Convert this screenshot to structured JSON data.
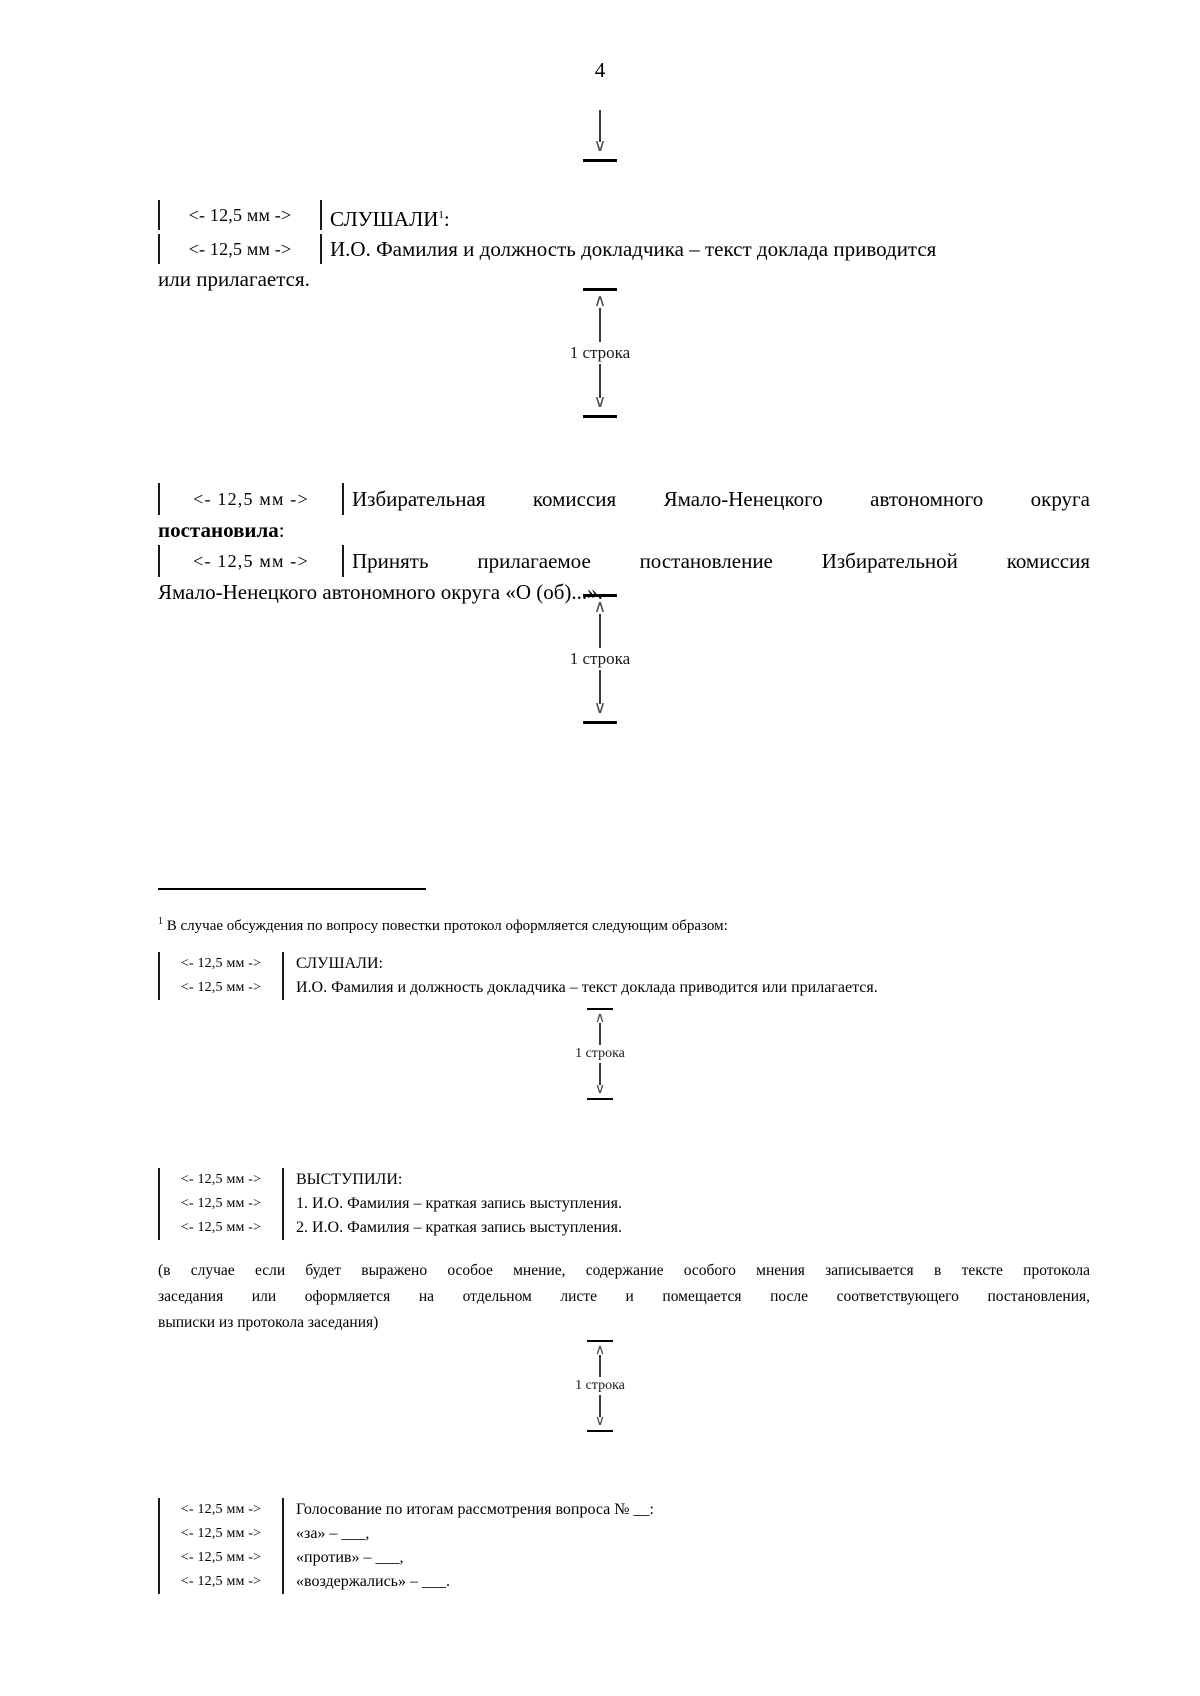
{
  "document": {
    "page_number": "4",
    "language": "ru"
  },
  "spacers": {
    "top_arrow": {
      "direction": "down",
      "label": ""
    },
    "one_line_label": "1 строка"
  },
  "measure_label": "<- 12,5 мм ->",
  "measure_label_wide": "<-  12,5  мм  ->",
  "main": {
    "block1": {
      "row1": {
        "measure": "<- 12,5 мм ->",
        "text": "СЛУШАЛИ",
        "footnote_marker": "1",
        "suffix": ":"
      },
      "row2": {
        "measure": "<- 12,5 мм ->",
        "text": "И.О. Фамилия и должность докладчика – текст доклада приводится"
      },
      "continuation": "или прилагается."
    },
    "block2": {
      "row1": {
        "measure": "<-  12,5  мм  ->",
        "text": "Избирательная комиссия Ямало-Ненецкого автономного округа"
      },
      "continuation_bold": "постановила",
      "continuation_suffix": ":",
      "row2": {
        "measure": "<-  12,5  мм  ->",
        "text": "Принять прилагаемое постановление Избирательной комиссия"
      },
      "continuation2": "Ямало-Ненецкого автономного округа «О (об)...»."
    }
  },
  "footnote": {
    "marker": "1",
    "intro": "В случае обсуждения по вопросу повестки протокол оформляется следующим образом:",
    "block1": [
      {
        "measure": "<- 12,5 мм ->",
        "text": "СЛУШАЛИ:"
      },
      {
        "measure": "<- 12,5 мм ->",
        "text": "И.О. Фамилия и должность докладчика – текст доклада приводится или прилагается."
      }
    ],
    "block2": [
      {
        "measure": "<- 12,5 мм ->",
        "text": "ВЫСТУПИЛИ:"
      },
      {
        "measure": "<- 12,5 мм ->",
        "text": "1. И.О. Фамилия – краткая запись выступления."
      },
      {
        "measure": "<- 12,5 мм ->",
        "text": "2. И.О. Фамилия – краткая запись выступления."
      }
    ],
    "note_paragraph": {
      "line1": "(в случае если будет выражено особое мнение, содержание особого мнения записывается в тексте протокола",
      "line2": "заседания или оформляется на отдельном листе и помещается после соответствующего постановления,",
      "line3": "выписки из протокола заседания)"
    },
    "block3": [
      {
        "measure": "<- 12,5 мм ->",
        "text": "Голосование по итогам рассмотрения вопроса № __:"
      },
      {
        "measure": "<- 12,5 мм ->",
        "text": "«за» – ___,"
      },
      {
        "measure": "<- 12,5 мм ->",
        "text": "«против» – ___,"
      },
      {
        "measure": "<- 12,5 мм ->",
        "text": "«воздержались» – ___."
      }
    ]
  }
}
